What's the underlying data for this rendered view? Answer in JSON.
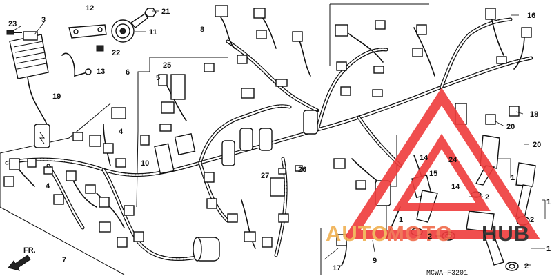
{
  "callouts": [
    {
      "id": "c23",
      "text": "23"
    },
    {
      "id": "c3",
      "text": "3"
    },
    {
      "id": "c12",
      "text": "12"
    },
    {
      "id": "c21",
      "text": "21"
    },
    {
      "id": "c11",
      "text": "11"
    },
    {
      "id": "c22",
      "text": "22"
    },
    {
      "id": "c13",
      "text": "13"
    },
    {
      "id": "c19",
      "text": "19"
    },
    {
      "id": "c8",
      "text": "8"
    },
    {
      "id": "c16",
      "text": "16"
    },
    {
      "id": "c6",
      "text": "6"
    },
    {
      "id": "c25",
      "text": "25"
    },
    {
      "id": "c5",
      "text": "5"
    },
    {
      "id": "c4a",
      "text": "4"
    },
    {
      "id": "c4b",
      "text": "4"
    },
    {
      "id": "c10",
      "text": "10"
    },
    {
      "id": "c18",
      "text": "18"
    },
    {
      "id": "c20a",
      "text": "20"
    },
    {
      "id": "c20b",
      "text": "20"
    },
    {
      "id": "c14a",
      "text": "14"
    },
    {
      "id": "c24",
      "text": "24"
    },
    {
      "id": "c15",
      "text": "15"
    },
    {
      "id": "c14b",
      "text": "14"
    },
    {
      "id": "c27",
      "text": "27"
    },
    {
      "id": "c26",
      "text": "26"
    },
    {
      "id": "c1a",
      "text": "1"
    },
    {
      "id": "c1b",
      "text": "1"
    },
    {
      "id": "c1c",
      "text": "1"
    },
    {
      "id": "c1d",
      "text": "1"
    },
    {
      "id": "c2a",
      "text": "2"
    },
    {
      "id": "c2b",
      "text": "2"
    },
    {
      "id": "c2c",
      "text": "2"
    },
    {
      "id": "c2d",
      "text": "2"
    },
    {
      "id": "c7",
      "text": "7"
    },
    {
      "id": "c9",
      "text": "9"
    },
    {
      "id": "c17",
      "text": "17"
    }
  ],
  "front_label": "FR.",
  "diagram_code": "MCWA—F3201",
  "watermark": {
    "part1": "AUTO",
    "part2": "MOTO",
    "part3": "HUB",
    "color_auto": "#f0b050",
    "color_moto": "#f06a4a",
    "color_hub": "#222222",
    "logo_color": "#ef3b3b"
  }
}
